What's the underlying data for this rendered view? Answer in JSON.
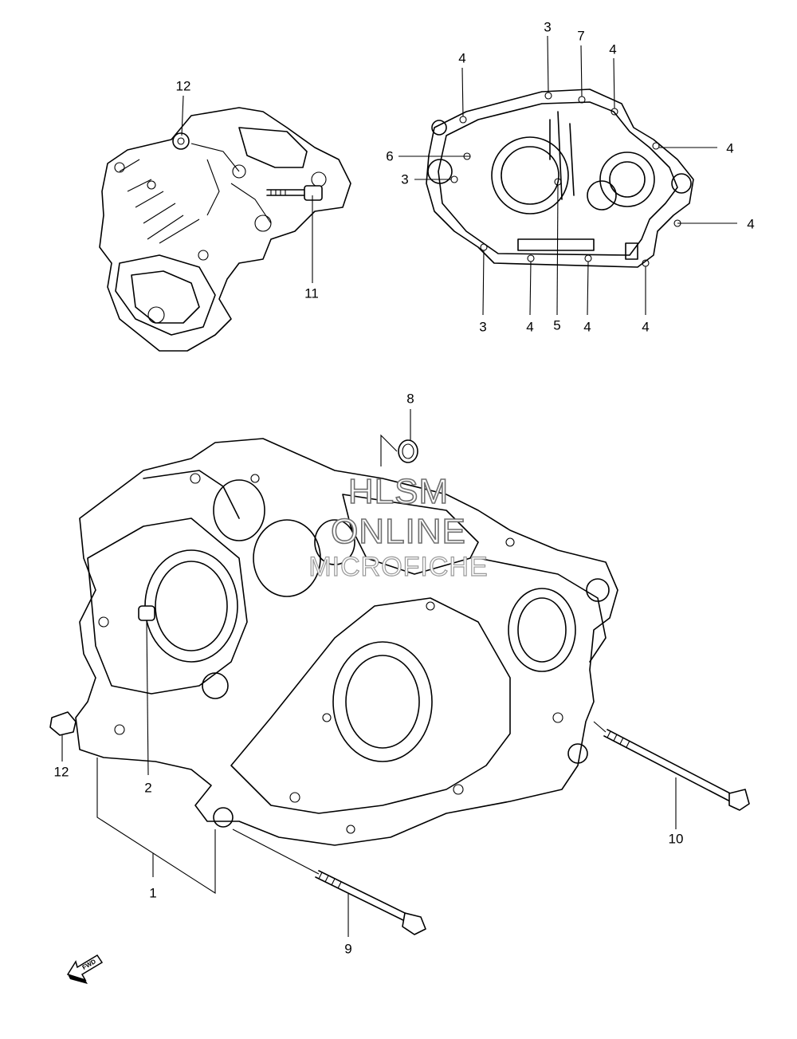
{
  "diagram": {
    "callouts": {
      "c1": "1",
      "c2": "2",
      "c3a": "3",
      "c3b": "3",
      "c3c": "3",
      "c4a": "4",
      "c4b": "4",
      "c4c": "4",
      "c4d": "4",
      "c4e": "4",
      "c4f": "4",
      "c4g": "4",
      "c5": "5",
      "c6": "6",
      "c7": "7",
      "c8": "8",
      "c9": "9",
      "c10": "10",
      "c11": "11",
      "c12a": "12",
      "c12b": "12"
    },
    "fwd_label": "FWD",
    "watermark": {
      "line1": "HLSM",
      "line2": "ONLINE",
      "line3": "MICROFICHE"
    }
  }
}
